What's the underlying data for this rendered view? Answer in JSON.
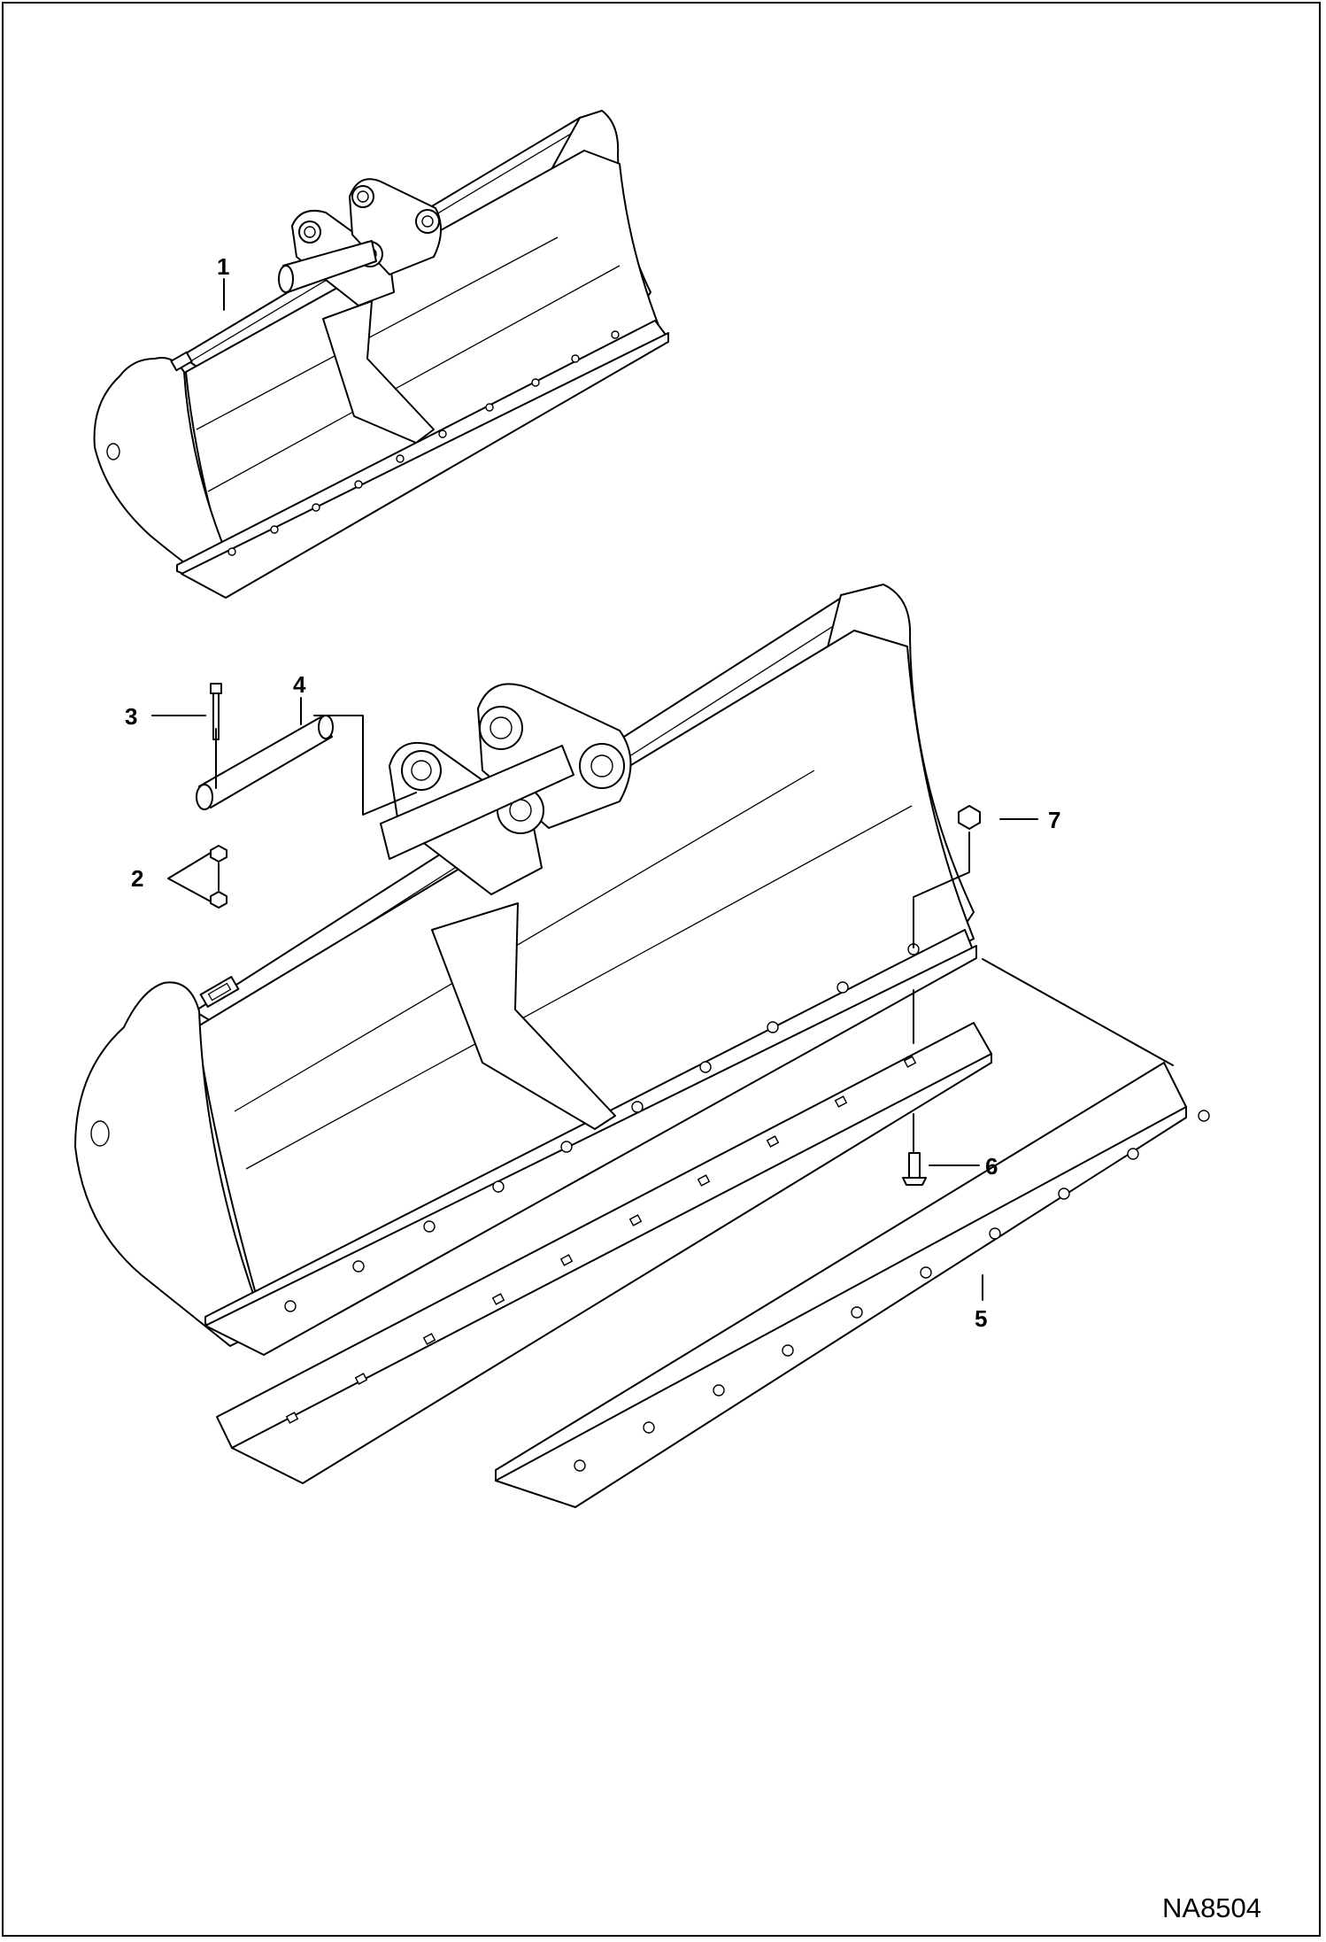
{
  "diagram": {
    "reference_code": "NA8504",
    "callouts": [
      {
        "id": "1",
        "label": "1"
      },
      {
        "id": "2",
        "label": "2"
      },
      {
        "id": "3",
        "label": "3"
      },
      {
        "id": "4",
        "label": "4"
      },
      {
        "id": "5",
        "label": "5"
      },
      {
        "id": "6",
        "label": "6"
      },
      {
        "id": "7",
        "label": "7"
      }
    ]
  }
}
